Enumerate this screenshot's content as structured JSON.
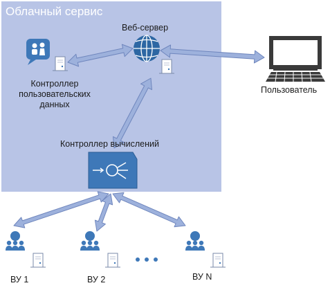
{
  "cloud": {
    "title": "Облачный сервис"
  },
  "nodes": {
    "web_server": {
      "label": "Веб-сервер"
    },
    "user": {
      "label": "Пользователь"
    },
    "user_data_controller": {
      "label": "Контроллер пользовательских данных"
    },
    "compute_controller": {
      "label": "Контроллер вычислений"
    },
    "vu1": {
      "label": "ВУ 1"
    },
    "vu2": {
      "label": "ВУ 2"
    },
    "vun": {
      "label": "ВУ N"
    }
  },
  "colors": {
    "cloud_fill": "#b8c4e6",
    "arrow_fill": "#9db1dc",
    "arrow_stroke": "#6f86bd",
    "node_blue": "#3e78b8",
    "globe_blue": "#2d67a3",
    "monitor": "#3a3a3a"
  },
  "icons": [
    "server-icon",
    "globe-icon",
    "monitor-icon",
    "user-group-icon",
    "router-icon",
    "ellipsis-icon"
  ]
}
